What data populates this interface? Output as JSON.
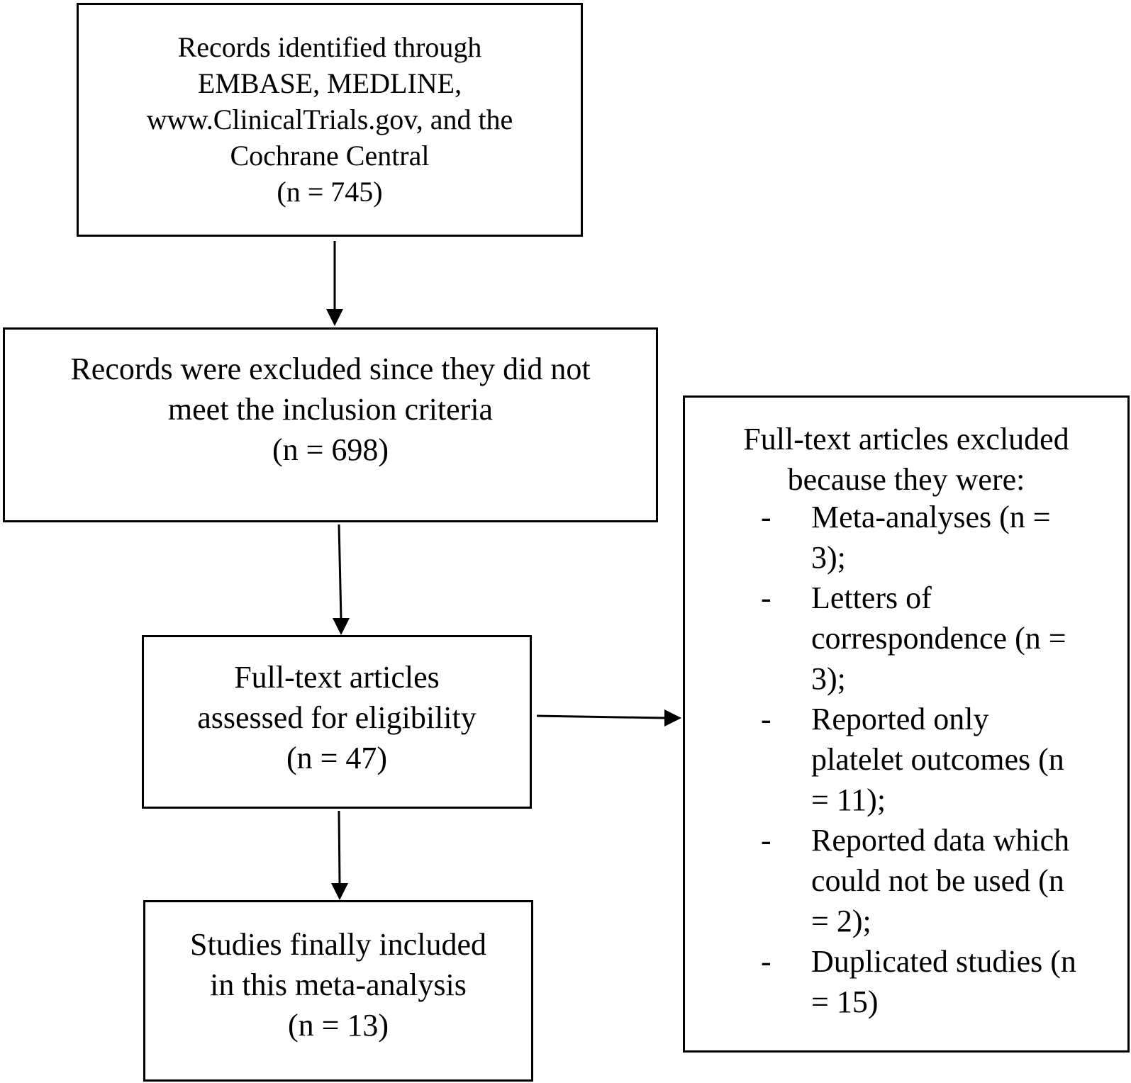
{
  "boxes": {
    "records_identified": {
      "lines": [
        "Records identified through",
        "EMBASE, MEDLINE,",
        "www.ClinicalTrials.gov, and the",
        "Cochrane Central",
        "(n = 745)"
      ]
    },
    "records_excluded": {
      "lines": [
        "Records were excluded since they did not",
        "meet the inclusion criteria",
        "(n = 698)"
      ]
    },
    "fulltext_assessed": {
      "lines": [
        "Full-text articles",
        "assessed for eligibility",
        "(n = 47)"
      ]
    },
    "studies_included": {
      "lines": [
        "Studies finally included",
        "in this meta-analysis",
        "(n = 13)"
      ]
    },
    "fulltext_excluded": {
      "heading_lines": [
        "Full-text articles excluded",
        "because they were:"
      ],
      "bullet": "-",
      "reasons": [
        {
          "lines": [
            "Meta-analyses (n =",
            "3);"
          ]
        },
        {
          "lines": [
            "Letters of",
            "correspondence (n =",
            "3);"
          ]
        },
        {
          "lines": [
            "Reported only",
            "platelet outcomes (n",
            "= 11);"
          ]
        },
        {
          "lines": [
            "Reported data which",
            "could not be used (n",
            "= 2);"
          ]
        },
        {
          "lines": [
            "Duplicated studies (n",
            "= 15)"
          ]
        }
      ]
    }
  }
}
